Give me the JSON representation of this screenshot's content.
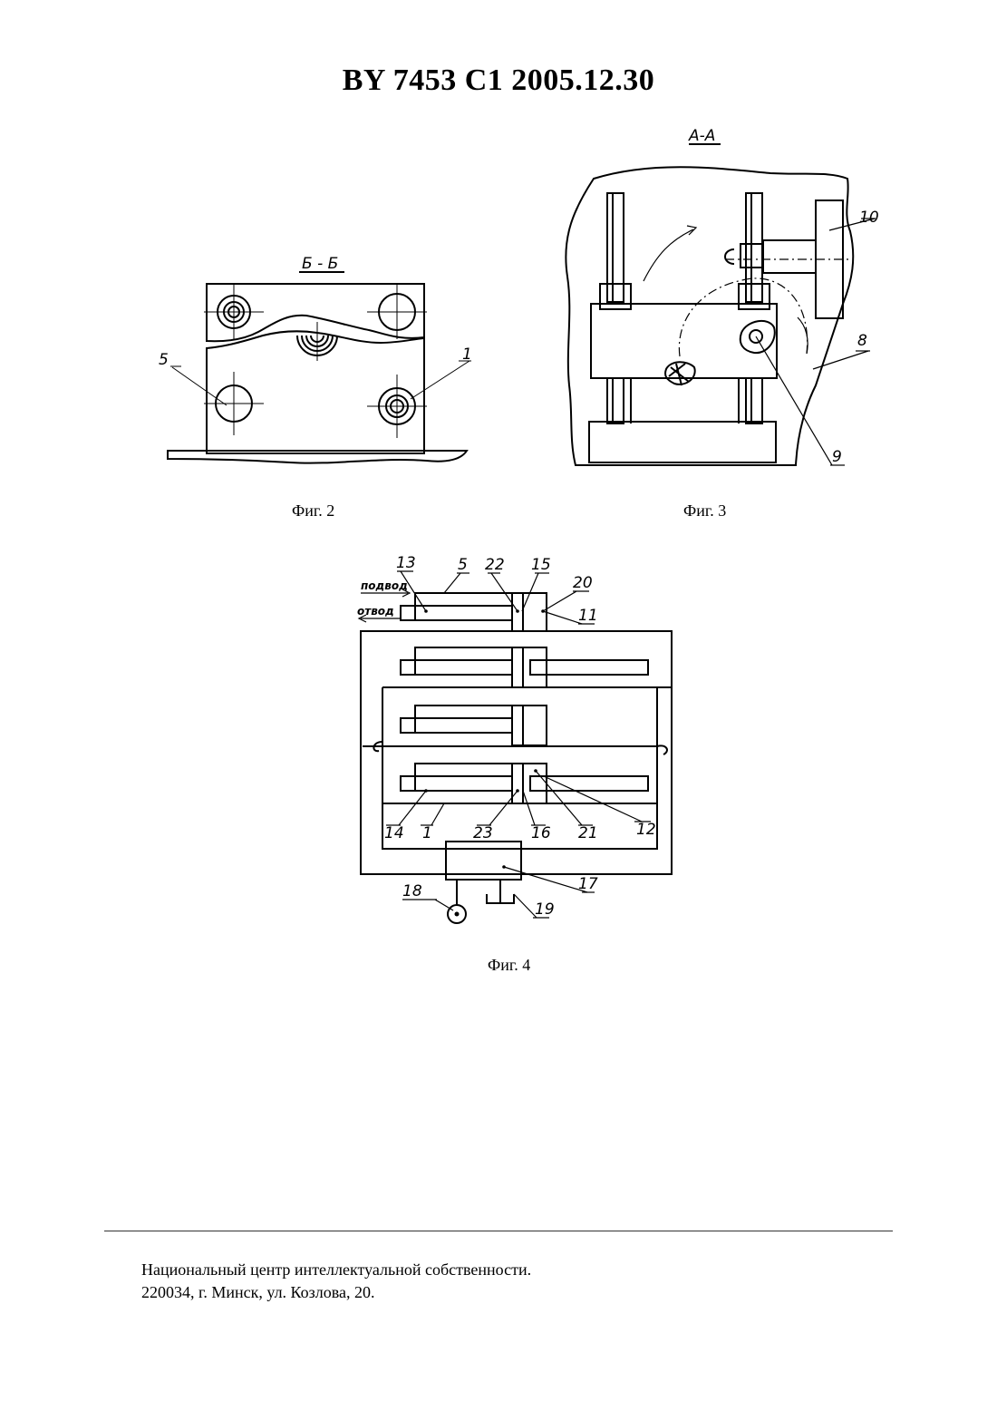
{
  "header": {
    "title": "BY  7453  C1  2005.12.30"
  },
  "figures": {
    "fig2": {
      "caption": "Фиг. 2",
      "section": "Б - Б",
      "labels": [
        "5",
        "1"
      ]
    },
    "fig3": {
      "caption": "Фиг. 3",
      "section": "А-А",
      "labels": [
        "10",
        "8",
        "9"
      ]
    },
    "fig4": {
      "caption": "Фиг. 4",
      "flow_in": "подвод",
      "flow_out": "отвод",
      "labels": [
        "13",
        "5",
        "22",
        "15",
        "20",
        "11",
        "14",
        "1",
        "23",
        "16",
        "21",
        "12",
        "17",
        "18",
        "19"
      ]
    }
  },
  "footer": {
    "line1": "Национальный центр интеллектуальной собственности.",
    "line2": "220034, г. Минск, ул. Козлова, 20."
  }
}
